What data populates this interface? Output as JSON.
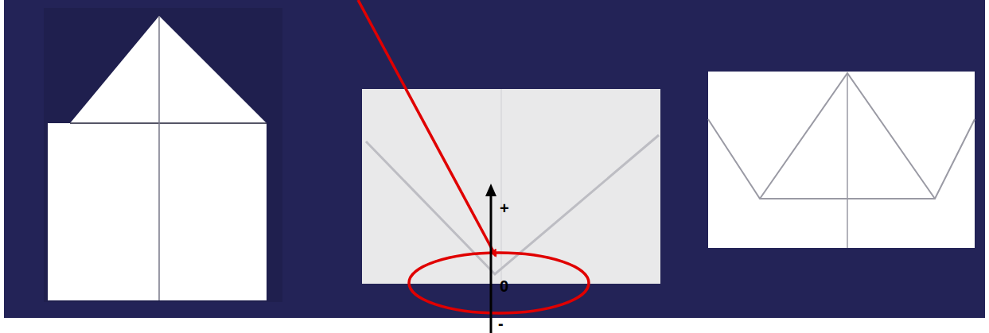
{
  "diagram": {
    "labels": [
      "+",
      "0",
      "-"
    ]
  }
}
